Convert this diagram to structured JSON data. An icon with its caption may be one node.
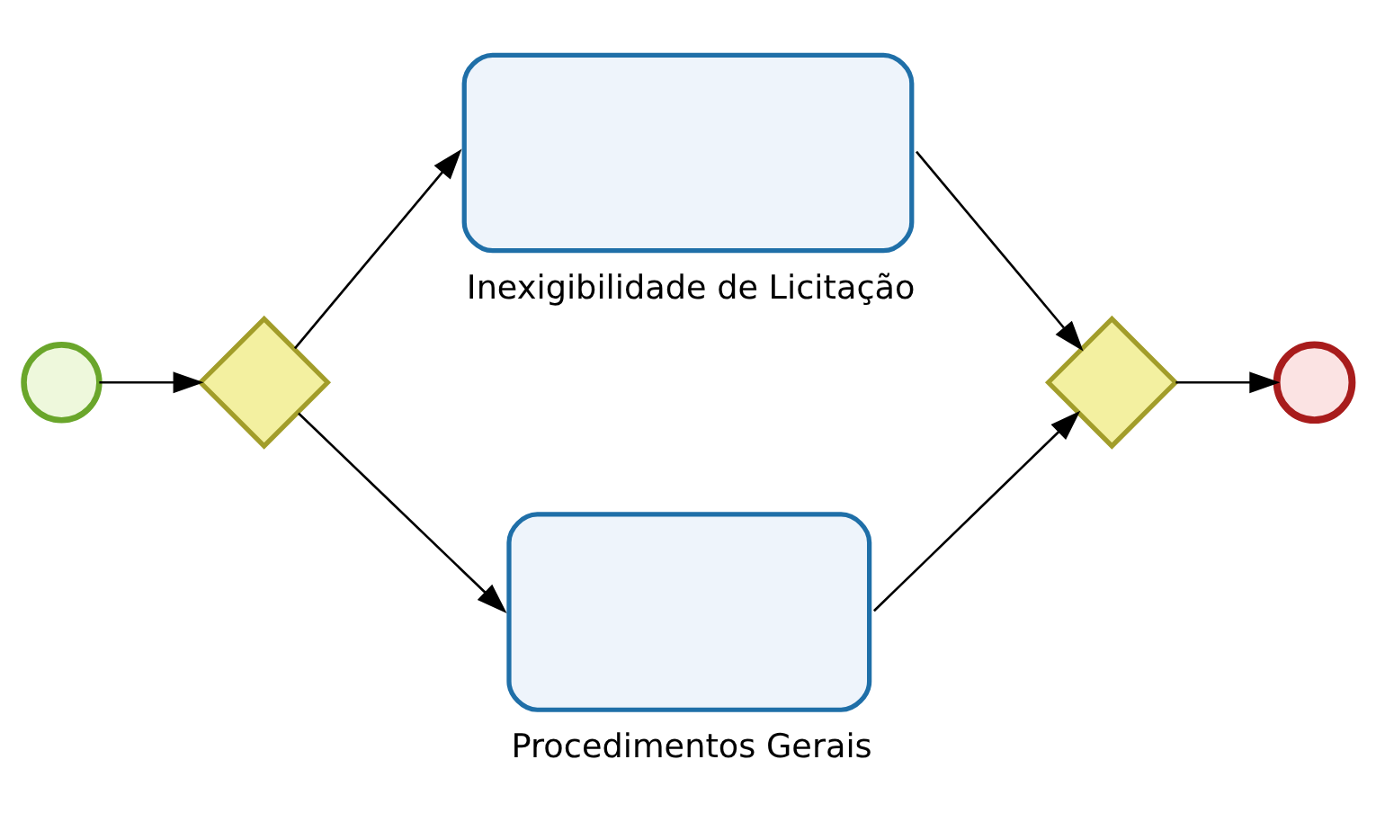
{
  "diagram": {
    "nodes": [
      {
        "text": [],
        "shape": "circle"
      },
      {
        "text": [],
        "shape": "diamond"
      },
      {
        "text": [
          "Inexigibilidade de Licitação"
        ]
      },
      {
        "text": [
          "Procedimentos Gerais"
        ]
      },
      {
        "text": [],
        "shape": "diamond"
      },
      {
        "text": [],
        "shape": "circle"
      }
    ],
    "edges": [
      {
        "from": 0,
        "to": 1,
        "arrow": "to"
      },
      {
        "from": 1,
        "to": 2,
        "arrow": "to"
      },
      {
        "from": 1,
        "to": 3,
        "arrow": "to"
      },
      {
        "from": 2,
        "to": 4,
        "arrow": "to"
      },
      {
        "from": 3,
        "to": 4,
        "arrow": "to"
      },
      {
        "from": 4,
        "to": 5,
        "arrow": "to"
      }
    ]
  }
}
